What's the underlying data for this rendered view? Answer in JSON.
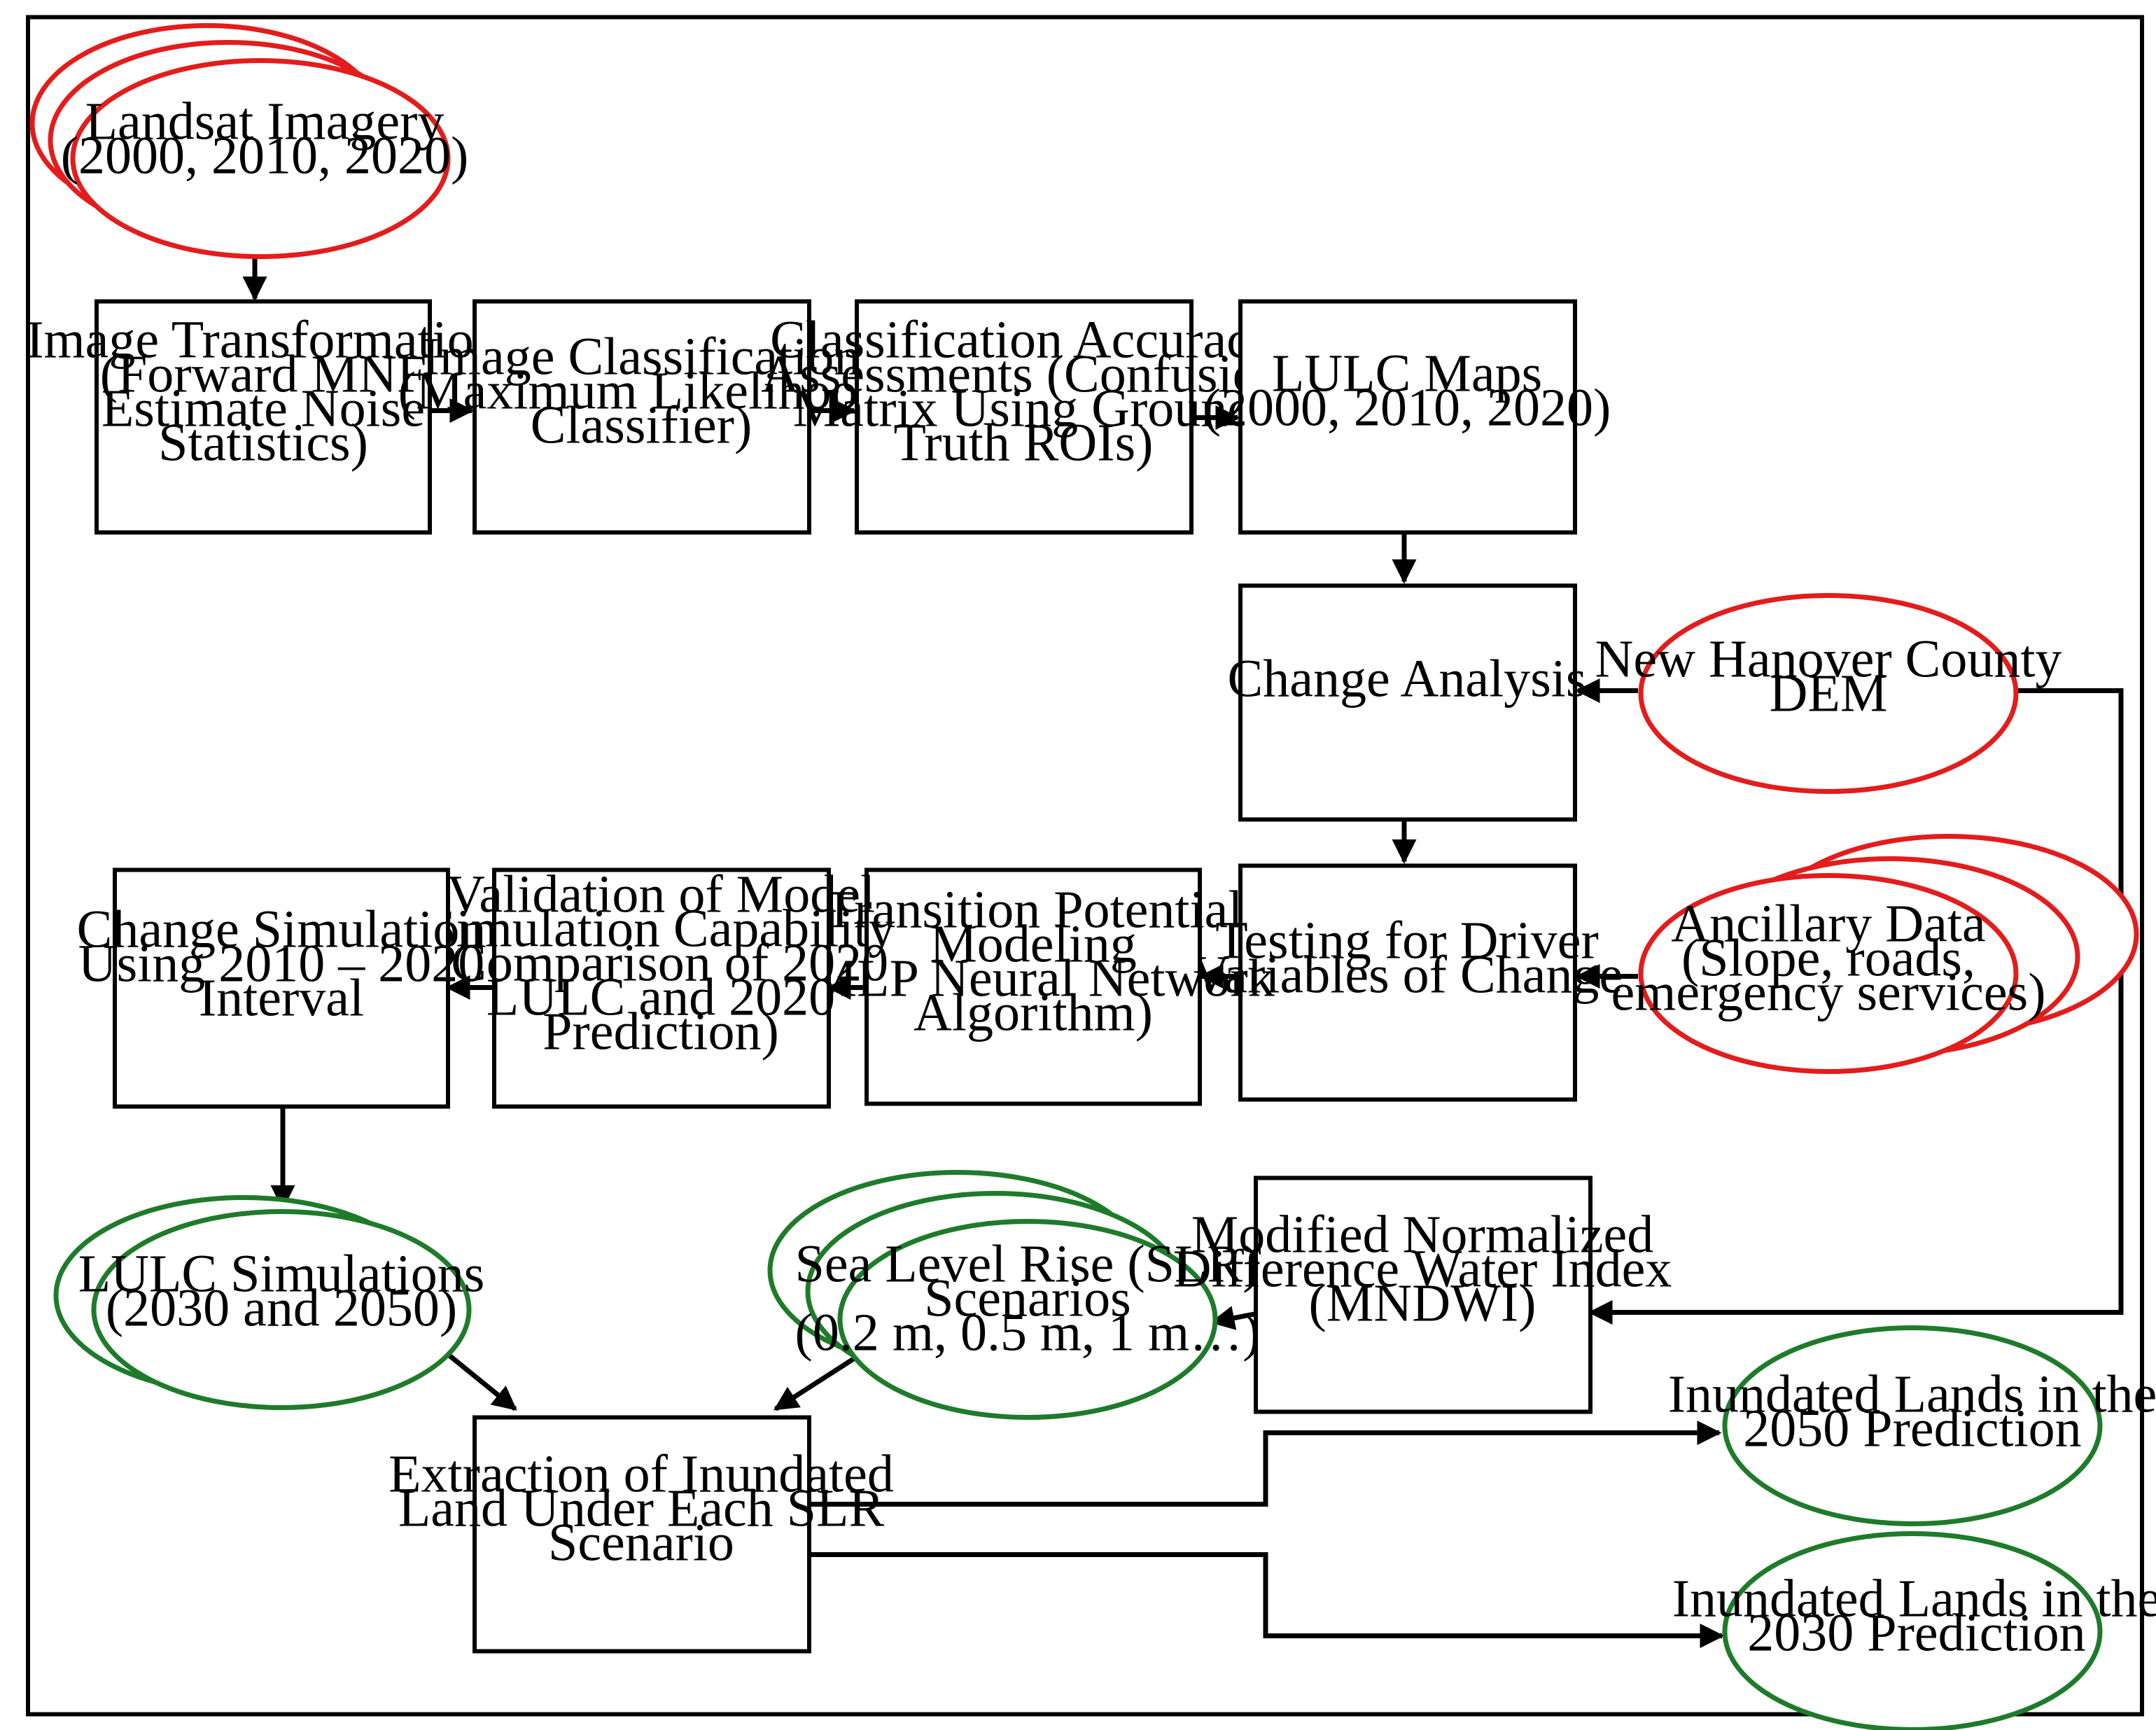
{
  "colors": {
    "input_outline": "#e31c1c",
    "output_outline": "#1e7b2a",
    "process_outline": "#000000",
    "text": "#000000"
  },
  "nodes": {
    "landsat": {
      "lines": [
        "Landsat Imagery",
        "(2000, 2010, 2020)"
      ]
    },
    "image_transformation": {
      "lines": [
        "Image Transformation",
        "(Forward MNF",
        "Estimate Noise",
        "Statistics)"
      ]
    },
    "image_classification": {
      "lines": [
        "Image Classification",
        "(Maximum Likelihood",
        "Classifier)"
      ]
    },
    "accuracy_assessment": {
      "lines": [
        "Classification Accuracy",
        "Assessments (Confusion",
        "Matrix Using Ground",
        "Truth ROIs)"
      ]
    },
    "lulc_maps": {
      "lines": [
        "LULC Maps",
        "(2000, 2010, 2020)"
      ]
    },
    "change_analysis": {
      "lines": [
        "Change Analysis"
      ]
    },
    "dem": {
      "lines": [
        "New Hanover County",
        "DEM"
      ]
    },
    "driver_variables": {
      "lines": [
        "Testing for Driver",
        "Variables of Change"
      ]
    },
    "ancillary": {
      "lines": [
        "Ancillary Data",
        "(Slope, roads,",
        "emergency services)"
      ]
    },
    "transition_modeling": {
      "lines": [
        "Transition Potential",
        "Modeling",
        "(MLP Neural Network",
        "Algorithm)"
      ]
    },
    "validation": {
      "lines": [
        "Validation of Model",
        "Simulation Capability",
        "(Comparison of 2020",
        "LULC and 2020",
        "Prediction)"
      ]
    },
    "change_simulation": {
      "lines": [
        "Change Simulation",
        "Using 2010 – 2020",
        "Interval"
      ]
    },
    "lulc_simulations": {
      "lines": [
        "LULC Simulations",
        "(2030 and 2050)"
      ]
    },
    "slr_scenarios": {
      "lines": [
        "Sea Level Rise (SLR)",
        "Scenarios",
        "(0.2 m, 0.5 m, 1 m…)"
      ]
    },
    "mndwi": {
      "lines": [
        "Modified Normalized",
        "Difference Water Index",
        "(MNDWI)"
      ]
    },
    "extraction": {
      "lines": [
        "Extraction of Inundated",
        "Land Under Each SLR",
        "Scenario"
      ]
    },
    "inundated_2050": {
      "lines": [
        "Inundated Lands in the",
        "2050 Prediction"
      ]
    },
    "inundated_2030": {
      "lines": [
        "Inundated Lands in the",
        "2030 Prediction"
      ]
    }
  }
}
